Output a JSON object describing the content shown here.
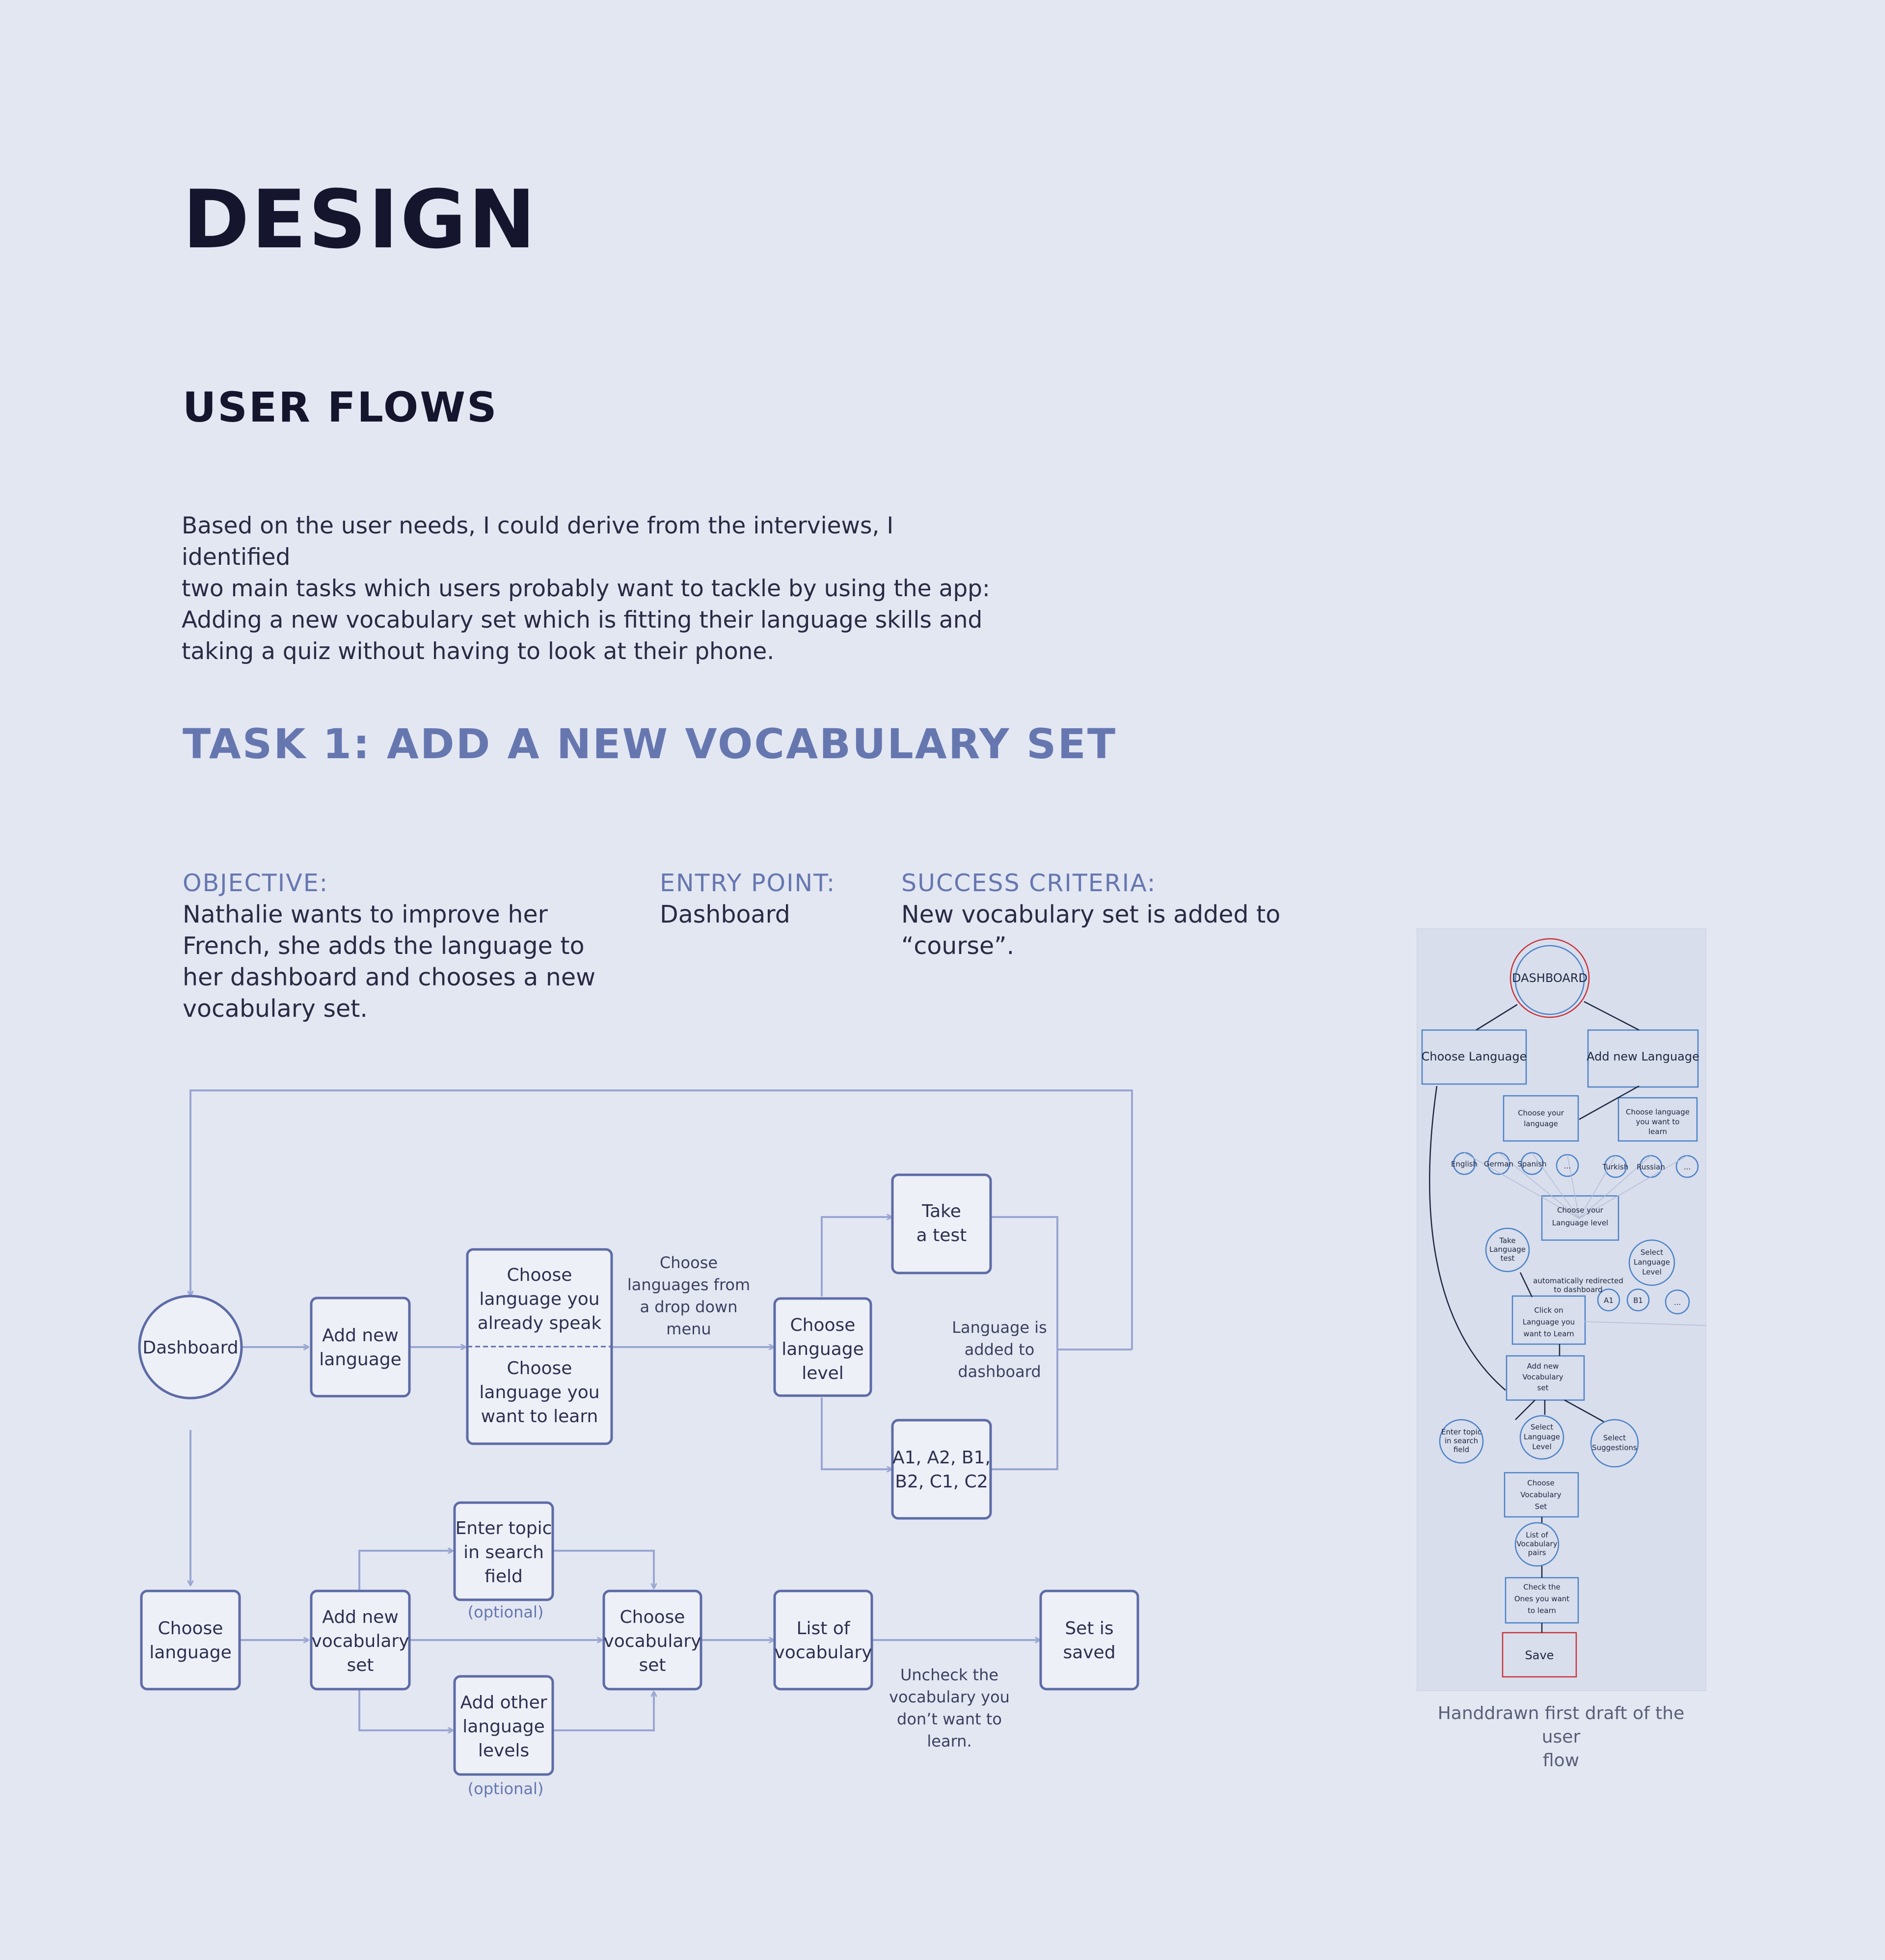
{
  "page": {
    "title": "DESIGN",
    "subtitle": "USER FLOWS",
    "intro": [
      "Based on the user needs, I could derive from the interviews, I identified",
      "two main tasks which users probably want to tackle by using the app:",
      "Adding a new vocabulary set which is fitting their language skills and",
      "taking a quiz without having to look at their phone."
    ],
    "task_heading": "TASK 1: ADD A NEW VOCABULARY SET"
  },
  "info": {
    "objective": {
      "label": "OBJECTIVE:",
      "lines": [
        "Nathalie wants to improve her",
        "French, she adds the language to",
        "her dashboard and chooses a new",
        "vocabulary set."
      ]
    },
    "entry": {
      "label": "ENTRY POINT:",
      "lines": [
        "Dashboard"
      ]
    },
    "success": {
      "label": "SUCCESS CRITERIA:",
      "lines": [
        "New vocabulary set is added to",
        "“course”."
      ]
    }
  },
  "flow": {
    "dashboard": [
      "Dashboard"
    ],
    "add_language": [
      "Add new",
      "language"
    ],
    "choose_speak": [
      "Choose",
      "language you",
      "already speak"
    ],
    "choose_learn": [
      "Choose",
      "language you",
      "want to learn"
    ],
    "choose_level": [
      "Choose",
      "language",
      "level"
    ],
    "take_test": [
      "Take",
      "a test"
    ],
    "levels": [
      "A1, A2, B1,",
      "B2, C1, C2"
    ],
    "choose_language": [
      "Choose",
      "language"
    ],
    "add_vocab_set": [
      "Add new",
      "vocabulary",
      "set"
    ],
    "enter_topic": [
      "Enter topic",
      "in search",
      "field"
    ],
    "add_levels": [
      "Add other",
      "language",
      "levels"
    ],
    "choose_vocab_set": [
      "Choose",
      "vocabulary",
      "set"
    ],
    "list_vocab": [
      "List of",
      "vocabulary"
    ],
    "set_saved": [
      "Set is",
      "saved"
    ],
    "annot_dropdown": [
      "Choose",
      "languages from",
      "a drop down",
      "menu"
    ],
    "annot_added": [
      "Language is",
      "added to",
      "dashboard"
    ],
    "annot_uncheck": [
      "Uncheck the",
      "vocabulary you",
      "don’t want to",
      "learn."
    ],
    "optional": "(optional)"
  },
  "sketch": {
    "dashboard": "DASHBOARD",
    "choose_language": "Choose Language",
    "add_new_language": "Add new Language",
    "choose_your_language": [
      "Choose your",
      "language"
    ],
    "choose_to_learn": [
      "Choose language",
      "you want to",
      "learn"
    ],
    "left_circles": [
      "English",
      "German",
      "Spanish",
      "..."
    ],
    "right_circles": [
      "Turkish",
      "Russian",
      "..."
    ],
    "choose_level": [
      "Choose your",
      "Language level"
    ],
    "take_test": [
      "Take",
      "Language",
      "test"
    ],
    "select_level": [
      "Select",
      "Language",
      "Level"
    ],
    "redirect_note": [
      "automatically redirected",
      "to dashboard"
    ],
    "level_circles": [
      "A1",
      "B1",
      "..."
    ],
    "click_language": [
      "Click on",
      "Language you",
      "want to Learn"
    ],
    "add_vocab": [
      "Add new",
      "Vocabulary",
      "set"
    ],
    "enter_search": [
      "Enter topic",
      "in search",
      "field"
    ],
    "select_lang_level": [
      "Select",
      "Language",
      "Level"
    ],
    "select_suggestions": [
      "Select",
      "Suggestions"
    ],
    "choose_vocab": [
      "Choose",
      "Vocabulary",
      "Set"
    ],
    "list_pairs": [
      "List of",
      "Vocabulary",
      "pairs"
    ],
    "check_ones": [
      "Check the",
      "Ones you want",
      "to learn"
    ],
    "save": "Save",
    "caption": [
      "Handdrawn first draft of the user",
      "flow"
    ]
  },
  "colors": {
    "background": "#e3e7f2",
    "accent": "#6677b0",
    "node_border": "#5d6ba6",
    "node_fill": "#eef0f8",
    "connector": "#9aa6d2",
    "heading": "#15152e",
    "sketch_red": "#c8343a",
    "sketch_blue": "#4a82c8"
  }
}
